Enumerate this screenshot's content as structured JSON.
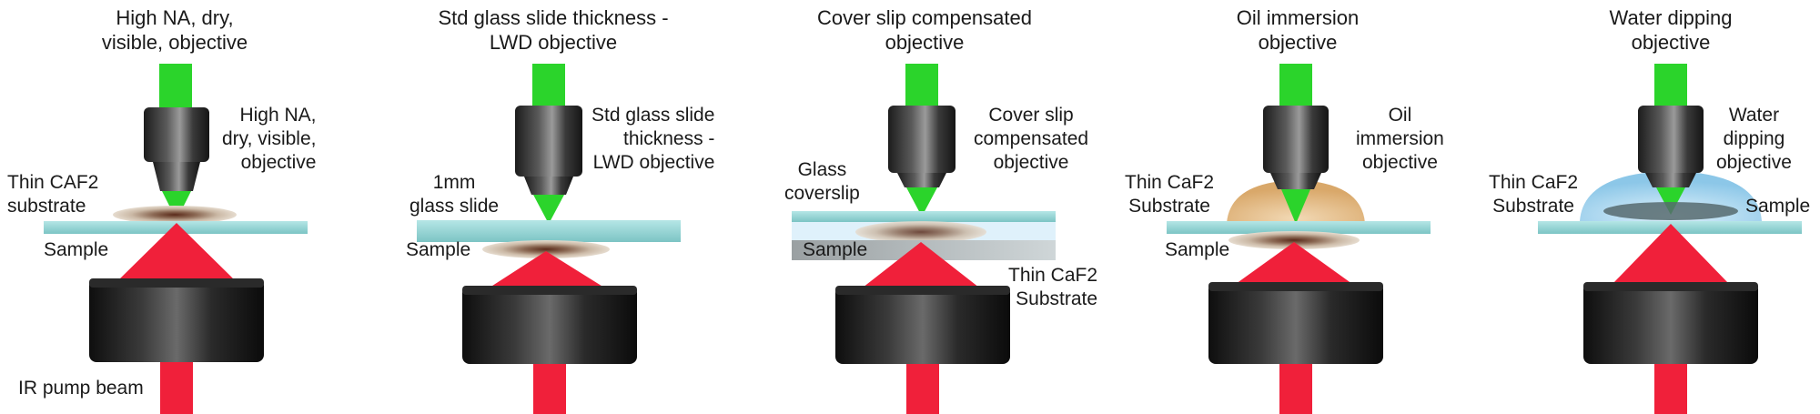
{
  "panels": [
    {
      "title": "High NA, dry,\nvisible, objective",
      "objective_label": "High NA,\ndry, visible,\nobjective",
      "substrate_label": "Thin CAF2\nsubstrate",
      "sample_label": "Sample",
      "beam_label": "IR pump beam"
    },
    {
      "title": "Std glass slide thickness -\nLWD objective",
      "objective_label": "Std glass slide\nthickness -\nLWD objective",
      "slide_label": "1mm\nglass slide",
      "sample_label": "Sample"
    },
    {
      "title": "Cover slip compensated\nobjective",
      "objective_label": "Cover slip\ncompensated\nobjective",
      "coverslip_label": "Glass\ncoverslip",
      "sample_label": "Sample",
      "substrate_label": "Thin CaF2\nSubstrate"
    },
    {
      "title": "Oil immersion\nobjective",
      "objective_label": "Oil\nimmersion\nobjective",
      "substrate_label": "Thin CaF2\nSubstrate",
      "sample_label": "Sample"
    },
    {
      "title": "Water dipping\nobjective",
      "objective_label": "Water\ndipping\nobjective",
      "substrate_label": "Thin CaF2\nSubstrate",
      "sample_label": "Sample"
    }
  ],
  "colors": {
    "visible_beam": "#2bd42b",
    "ir_beam": "#f0203a",
    "substrate": "#8fd2d2",
    "objective": "#3a3a3a",
    "oil": "#e8c08a",
    "water": "#a9d6ef"
  }
}
